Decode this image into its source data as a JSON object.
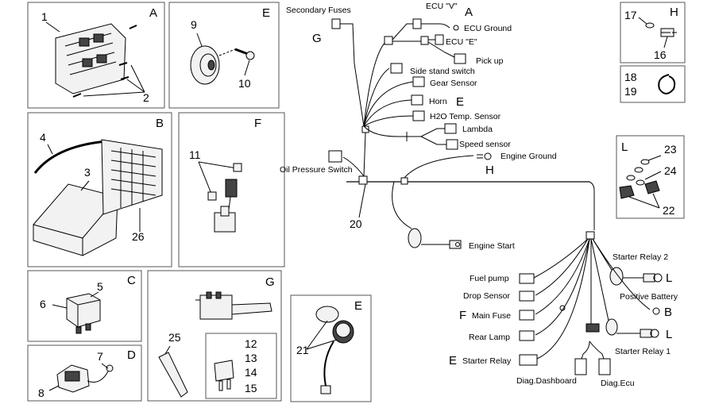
{
  "panels": {
    "A": {
      "letter": "A",
      "numbers": [
        "1",
        "2"
      ]
    },
    "E1": {
      "letter": "E",
      "numbers": [
        "9",
        "10"
      ]
    },
    "H": {
      "letter": "H",
      "numbers": [
        "17",
        "16"
      ]
    },
    "clip": {
      "numbers": [
        "18",
        "19"
      ]
    },
    "B": {
      "letter": "B",
      "numbers": [
        "4",
        "3",
        "26"
      ]
    },
    "F": {
      "letter": "F",
      "numbers": [
        "11"
      ]
    },
    "L": {
      "letter": "L",
      "numbers": [
        "23",
        "24",
        "22"
      ]
    },
    "C": {
      "letter": "C",
      "numbers": [
        "5",
        "6"
      ]
    },
    "G": {
      "letter": "G",
      "numbers": [
        "25",
        "12",
        "13",
        "14",
        "15"
      ]
    },
    "D": {
      "letter": "D",
      "numbers": [
        "7",
        "8"
      ]
    },
    "E2": {
      "letter": "E",
      "numbers": [
        "21"
      ]
    }
  },
  "harness": {
    "secondary_fuses": "Secondary Fuses",
    "secondary_fuses_letter": "G",
    "ecu_v": "ECU \"V\"",
    "ecu_v_letter": "A",
    "ecu_ground": "ECU Ground",
    "ecu_e": "ECU \"E\"",
    "pick_up": "Pick up",
    "side_stand": "Side stand switch",
    "gear_sensor": "Gear Sensor",
    "horn": "Horn",
    "horn_letter": "E",
    "h2o": "H2O Temp. Sensor",
    "lambda": "Lambda",
    "speed_sensor": "Speed sensor",
    "oil_pressure": "Oil Pressure Switch",
    "engine_ground": "Engine Ground",
    "engine_ground_letter": "H",
    "harness_number": "20",
    "engine_start": "Engine Start",
    "starter_relay_2": "Starter Relay 2",
    "starter_relay_2_letter": "L",
    "fuel_pump": "Fuel pump",
    "drop_sensor": "Drop Sensor",
    "positive_battery": "Positive Battery",
    "positive_battery_letter": "B",
    "main_fuse": "Main Fuse",
    "main_fuse_letter": "F",
    "starter_relay_1_letter": "L",
    "rear_lamp": "Rear Lamp",
    "starter_relay_1": "Starter Relay 1",
    "starter_relay": "Starter Relay",
    "starter_relay_letter": "E",
    "diag_dashboard": "Diag.Dashboard",
    "diag_ecu": "Diag.Ecu"
  }
}
